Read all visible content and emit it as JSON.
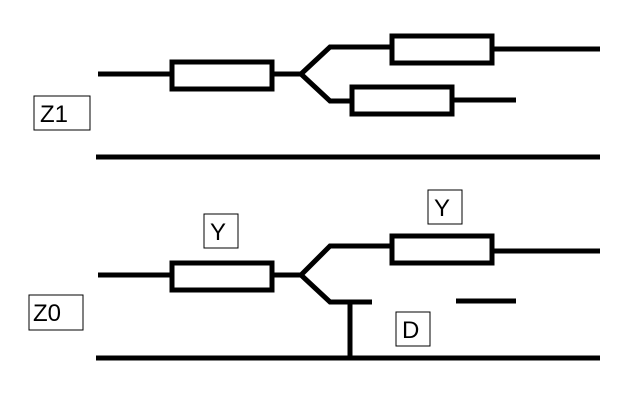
{
  "diagram": {
    "labels": {
      "z1": "Z1",
      "z0": "Z0",
      "y_left": "Y",
      "y_right": "Y",
      "d": "D"
    },
    "colors": {
      "line": "#000000",
      "background": "#ffffff"
    }
  }
}
